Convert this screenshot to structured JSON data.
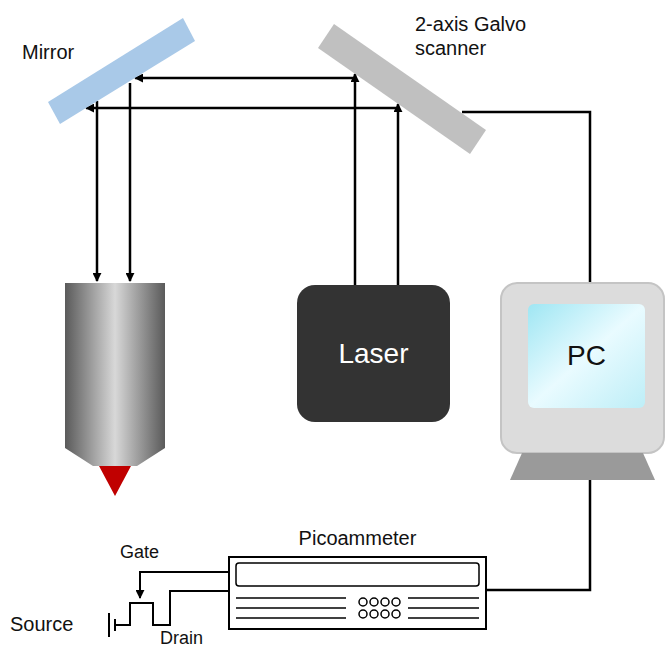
{
  "diagram": {
    "nodes": [
      {
        "text": [
          "Mirror"
        ]
      },
      {
        "text": [
          "2-axis Galvo scanner"
        ]
      },
      {
        "text": [
          "Laser"
        ]
      },
      {
        "text": [
          "PC"
        ]
      },
      {
        "text": [
          "Picoammeter"
        ]
      }
    ],
    "edges": [
      {
        "from": 2,
        "to": 1,
        "arrow": "to"
      },
      {
        "from": 2,
        "to": 1,
        "arrow": "to"
      },
      {
        "from": 1,
        "to": 0,
        "arrow": "to"
      },
      {
        "from": 1,
        "to": 0,
        "arrow": "to"
      },
      {
        "from": 3,
        "to": 1,
        "arrow": "none"
      },
      {
        "from": 3,
        "to": 4,
        "arrow": "none"
      }
    ],
    "labels": [
      "Gate",
      "Source",
      "Drain"
    ]
  }
}
